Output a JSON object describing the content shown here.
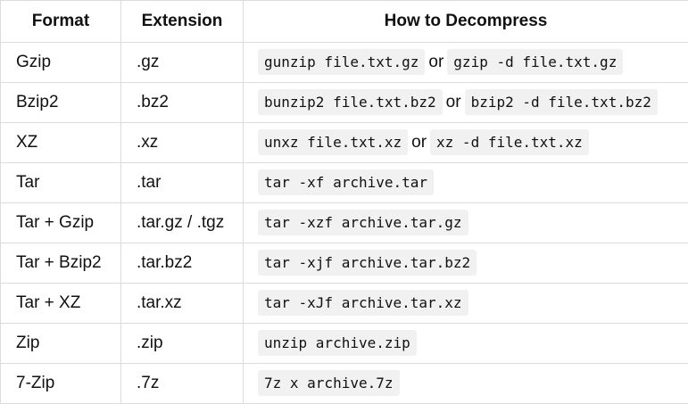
{
  "headers": [
    "Format",
    "Extension",
    "How to Decompress"
  ],
  "rows": [
    {
      "format": "Gzip",
      "extension": ".gz",
      "cmd1": "gunzip file.txt.gz",
      "sep": "or",
      "cmd2": "gzip -d file.txt.gz"
    },
    {
      "format": "Bzip2",
      "extension": ".bz2",
      "cmd1": "bunzip2 file.txt.bz2",
      "sep": "or",
      "cmd2": "bzip2 -d file.txt.bz2"
    },
    {
      "format": "XZ",
      "extension": ".xz",
      "cmd1": "unxz file.txt.xz",
      "sep": "or",
      "cmd2": "xz -d file.txt.xz"
    },
    {
      "format": "Tar",
      "extension": ".tar",
      "cmd1": "tar -xf archive.tar"
    },
    {
      "format": "Tar + Gzip",
      "extension": ".tar.gz / .tgz",
      "cmd1": "tar -xzf archive.tar.gz"
    },
    {
      "format": "Tar + Bzip2",
      "extension": ".tar.bz2",
      "cmd1": "tar -xjf archive.tar.bz2"
    },
    {
      "format": "Tar + XZ",
      "extension": ".tar.xz",
      "cmd1": "tar -xJf archive.tar.xz"
    },
    {
      "format": "Zip",
      "extension": ".zip",
      "cmd1": "unzip archive.zip"
    },
    {
      "format": "7-Zip",
      "extension": ".7z",
      "cmd1": "7z x archive.7z"
    }
  ]
}
